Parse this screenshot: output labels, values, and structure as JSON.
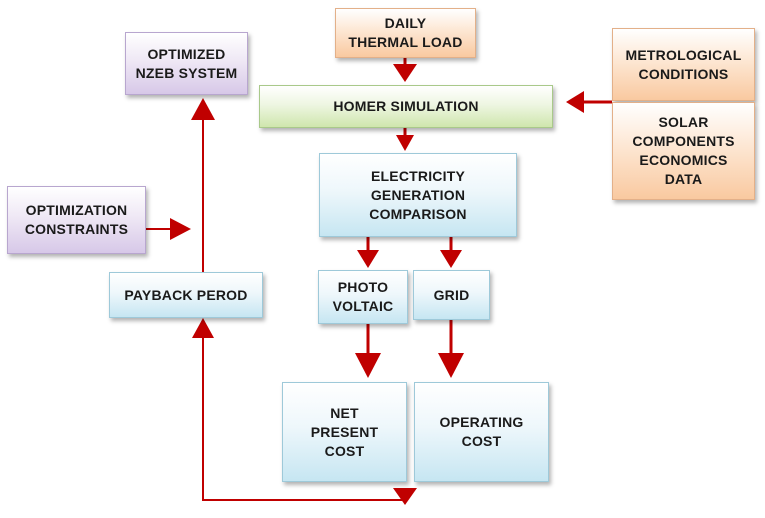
{
  "diagram": {
    "nodes": {
      "daily_thermal_load": "DAILY\nTHERMAL LOAD",
      "homer_simulation": "HOMER SIMULATION",
      "metrological_conditions": "METROLOGICAL\nCONDITIONS",
      "solar_components_data": "SOLAR\nCOMPONENTS\nECONOMICS\nDATA",
      "electricity_generation_comparison": "ELECTRICITY\nGENERATION\nCOMPARISON",
      "photo_voltaic": "PHOTO\nVOLTAIC",
      "grid": "GRID",
      "net_present_cost": "NET\nPRESENT\nCOST",
      "operating_cost": "OPERATING\nCOST",
      "payback_period": "PAYBACK PEROD",
      "optimization_constraints": "OPTIMIZATION\nCONSTRAINTS",
      "optimized_nzeb_system": "OPTIMIZED\nNZEB SYSTEM"
    },
    "colors": {
      "arrow": "#c00000",
      "blue_box": "#c6e6f2",
      "green_box": "#cfe6ad",
      "orange_box": "#f9c9a0",
      "purple_box": "#d7c8e8"
    },
    "edges": [
      {
        "from": "daily_thermal_load",
        "to": "homer_simulation"
      },
      {
        "from": "metrological_conditions",
        "to": "homer_simulation"
      },
      {
        "from": "homer_simulation",
        "to": "electricity_generation_comparison"
      },
      {
        "from": "electricity_generation_comparison",
        "to": "photo_voltaic"
      },
      {
        "from": "electricity_generation_comparison",
        "to": "grid"
      },
      {
        "from": "photo_voltaic",
        "to": "net_present_cost"
      },
      {
        "from": "grid",
        "to": "operating_cost"
      },
      {
        "from": "net_present_cost",
        "to": "payback_period"
      },
      {
        "from": "operating_cost",
        "to": "payback_period"
      },
      {
        "from": "payback_period",
        "to": "optimized_nzeb_system"
      },
      {
        "from": "optimization_constraints",
        "to": "payback_period"
      }
    ]
  }
}
